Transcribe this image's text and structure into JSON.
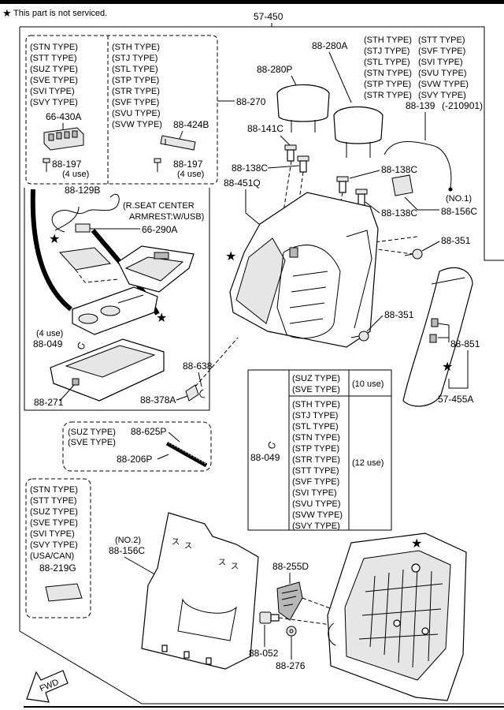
{
  "header": {
    "note": "This part is not serviced.",
    "assembly_number": "57-450"
  },
  "groups": {
    "console_type_left": [
      "(STN TYPE)",
      "(STT TYPE)",
      "(SUZ TYPE)",
      "(SVE TYPE)",
      "(SVI TYPE)",
      "(SVY TYPE)"
    ],
    "console_type_right": [
      "(STH TYPE)",
      "(STJ TYPE)",
      "(STL TYPE)",
      "(STP TYPE)",
      "(STR TYPE)",
      "(SVF TYPE)",
      "(SVU TYPE)",
      "(SVW TYPE)"
    ],
    "headrest_types_left": [
      "(STH TYPE)",
      "(STJ TYPE)",
      "(STL TYPE)",
      "(STN TYPE)",
      "(STP TYPE)",
      "(STR TYPE)"
    ],
    "headrest_types_right": [
      "(STT TYPE)",
      "(SVF TYPE)",
      "(SVI TYPE)",
      "(SVU TYPE)",
      "(SVW TYPE)",
      "(SVY TYPE)"
    ],
    "trim_types": [
      "(SUZ TYPE)",
      "(SVE TYPE)"
    ],
    "pad_types": [
      "(STN TYPE)",
      "(STT TYPE)",
      "(SUZ TYPE)",
      "(SVE TYPE)",
      "(SVI TYPE)",
      "(SVY TYPE)",
      "(USA/CAN)"
    ],
    "usb_note": [
      "(R.SEAT CENTER",
      "ARMREST:W/USB)"
    ]
  },
  "parts": {
    "p57_450": "57-450",
    "p88_280A": "88-280A",
    "p88_280P": "88-280P",
    "p88_270": "88-270",
    "p66_430A": "66-430A",
    "p88_424B": "88-424B",
    "p88_197a": "88-197",
    "p88_197b": "88-197",
    "use4a": "(4 use)",
    "use4b": "(4 use)",
    "p88_139": "88-139",
    "p88_139_note": "(-210901)",
    "p88_141C": "88-141C",
    "p88_138C_a": "88-138C",
    "p88_138C_b": "88-138C",
    "p88_138C_c": "88-138C",
    "p88_451Q": "88-451Q",
    "p88_129B": "88-129B",
    "p66_290A": "66-290A",
    "no1": "(NO.1)",
    "p88_156C_a": "88-156C",
    "p88_351a": "88-351",
    "p88_351b": "88-351",
    "use4c": "(4 use)",
    "p88_049a": "88-049",
    "p88_851": "88-851",
    "p88_638": "88-638",
    "p88_378A": "88-378A",
    "p88_271": "88-271",
    "p57_455A": "57-455A",
    "p88_625P": "88-625P",
    "p88_206P": "88-206P",
    "p88_049b": "88-049",
    "no2": "(NO.2)",
    "p88_156C_b": "88-156C",
    "p88_219G": "88-219G",
    "p88_255D": "88-255D",
    "p88_052": "88-052",
    "p88_276": "88-276",
    "fwd": "FWD"
  },
  "table_88_049": {
    "rows": [
      {
        "types": [
          "(SUZ TYPE)",
          "(SVE TYPE)"
        ],
        "qty": "(10 use)"
      },
      {
        "types": [
          "(STH TYPE)",
          "(STJ TYPE)",
          "(STL TYPE)",
          "(STN TYPE)",
          "(STP TYPE)",
          "(STR TYPE)",
          "(STT TYPE)",
          "(SVF TYPE)",
          "(SVI TYPE)",
          "(SVU TYPE)",
          "(SVW TYPE)",
          "(SVY TYPE)"
        ],
        "qty": "(12 use)"
      }
    ]
  }
}
